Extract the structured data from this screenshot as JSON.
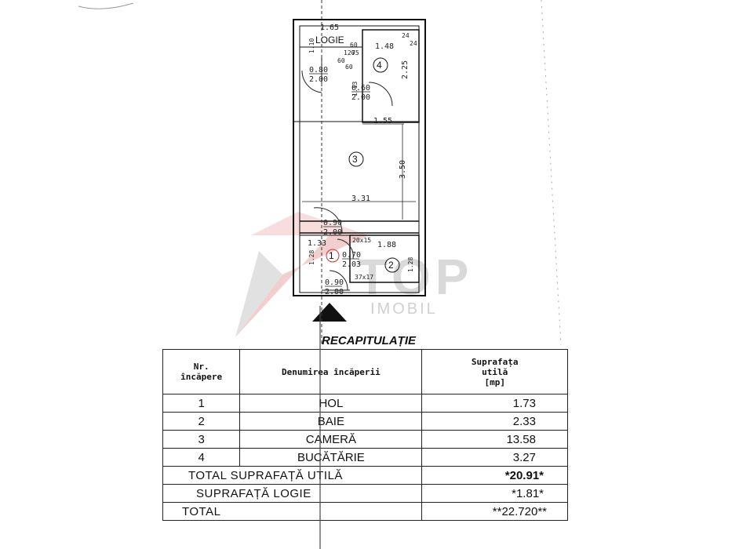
{
  "floor_plan": {
    "logie_label": "LOGIE",
    "rooms": {
      "r1": "1",
      "r2": "2",
      "r3": "3",
      "r4": "4"
    },
    "dims": {
      "d_165": "1.65",
      "d_110": "1.10",
      "d_148": "1.48",
      "d_24a": "24",
      "d_24b": "24",
      "d_080": "0.80",
      "d_200a": "2.00",
      "d_225": "2.25",
      "d_060": "0.60",
      "d_200b": "2.00",
      "d_113": "1.13",
      "d_155": "1.55",
      "d_350": "3.50",
      "d_331": "3.31",
      "d_090a": "0.90",
      "d_200c": "2.00",
      "d_133": "1.33",
      "d_188": "1.88",
      "d_128a": "1.28",
      "d_128b": "1.28",
      "d_070": "0.70",
      "d_203": "2.03",
      "d_090b": "0.90",
      "d_200d": "2.00",
      "d_20x15": "20x15",
      "d_37x17": "37x17",
      "d_60": "60",
      "d_120": "120",
      "d_75": "75",
      "d_60b": "60",
      "d_60c": "60"
    },
    "watermark": {
      "big": "TOP",
      "small": "IMOBIL"
    }
  },
  "recap": {
    "title": "RECAPITULAȚIE",
    "headers": {
      "nr": "Nr.\nîncăpere",
      "name": "Denumirea încăperii",
      "area": "Suprafața\nutilă\n[mp]"
    },
    "rows": [
      {
        "nr": "1",
        "name": "HOL",
        "area": "1.73"
      },
      {
        "nr": "2",
        "name": "BAIE",
        "area": "2.33"
      },
      {
        "nr": "3",
        "name": "CAMERĂ",
        "area": "13.58"
      },
      {
        "nr": "4",
        "name": "BUCĂTĂRIE",
        "area": "3.27"
      }
    ],
    "total_useful_label": "TOTAL SUPRAFAȚĂ UTILĂ",
    "total_useful_value": "*20.91*",
    "logie_label": "SUPRAFAȚĂ LOGIE",
    "logie_value": "*1.81*",
    "total_label": "TOTAL",
    "total_value": "**22.720**"
  }
}
